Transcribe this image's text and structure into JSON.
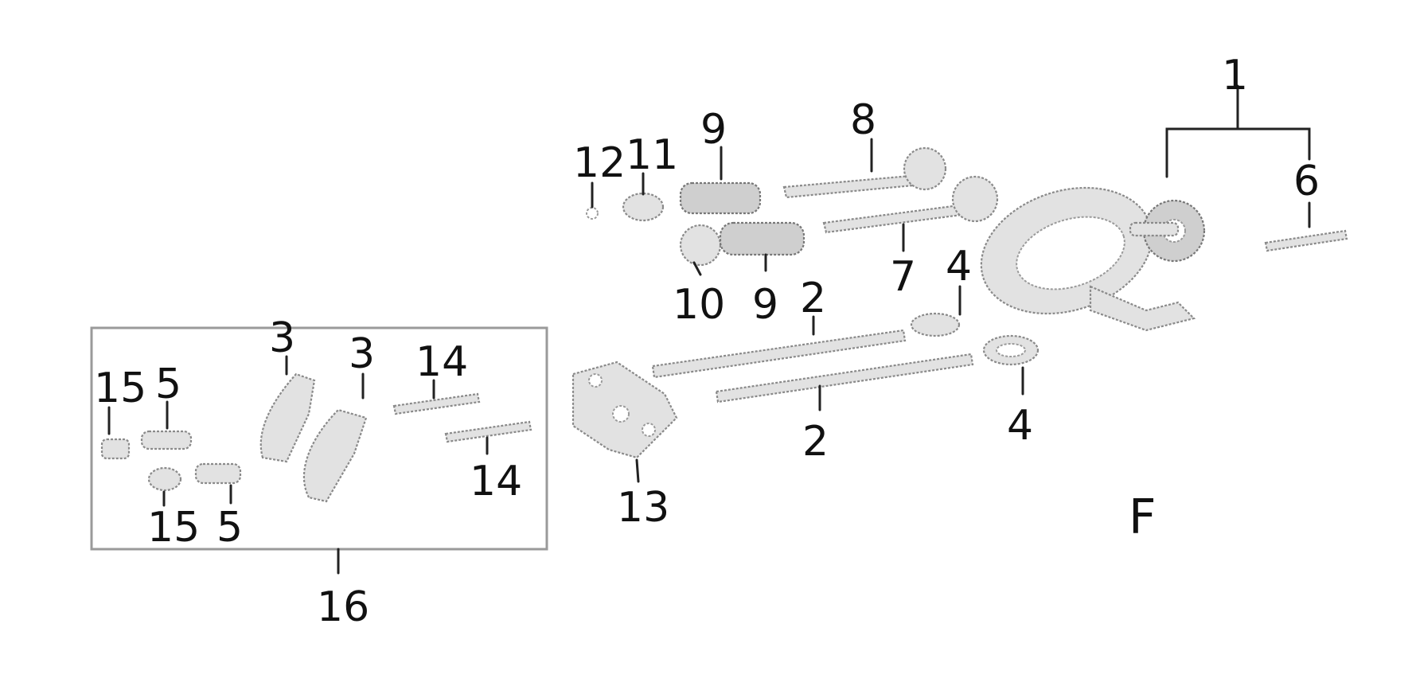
{
  "diagram": {
    "view_letter": "F",
    "callouts": {
      "c1": "1",
      "c6": "6",
      "c8": "8",
      "c9a": "9",
      "c11": "11",
      "c12": "12",
      "c10": "10",
      "c9b": "9",
      "c2a": "2",
      "c7": "7",
      "c4a": "4",
      "c4b": "4",
      "c2b": "2",
      "c13": "13",
      "c3a": "3",
      "c3b": "3",
      "c14a": "14",
      "c14b": "14",
      "c15a": "15",
      "c5a": "5",
      "c15b": "15",
      "c5b": "5",
      "c16": "16"
    }
  }
}
